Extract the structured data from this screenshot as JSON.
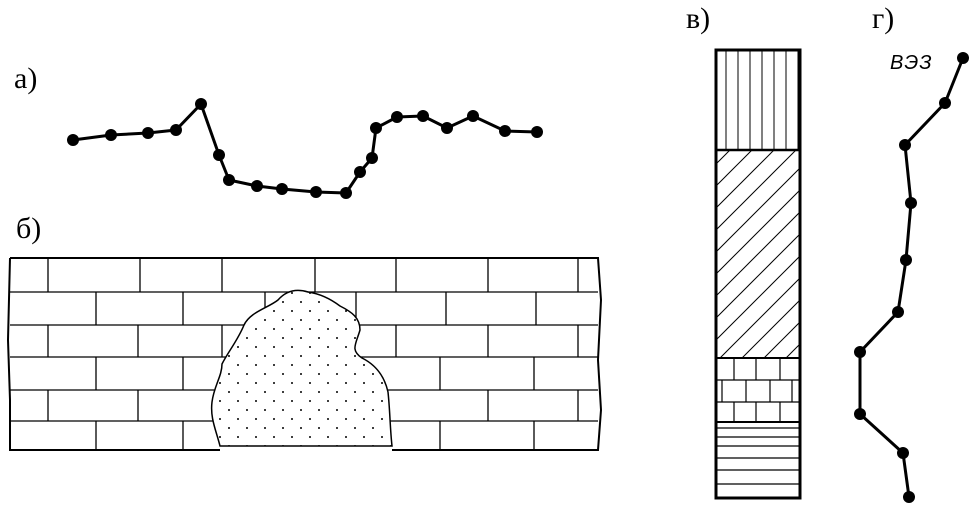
{
  "labels": {
    "a": "а)",
    "b": "б)",
    "v": "в)",
    "g": "г)"
  },
  "ves_label": "ВЭЗ",
  "colors": {
    "ink": "#000000",
    "paper": "#ffffff"
  },
  "profile_a": {
    "description_points": [
      [
        0.0,
        0.0
      ],
      [
        1.0,
        0.2
      ],
      [
        2.0,
        0.4
      ],
      [
        2.8,
        0.6
      ],
      [
        3.5,
        1.9
      ],
      [
        4.0,
        -1.0
      ],
      [
        4.3,
        -2.5
      ],
      [
        5.0,
        -2.7
      ],
      [
        6.0,
        -2.8
      ],
      [
        7.0,
        -2.9
      ],
      [
        7.8,
        -3.0
      ],
      [
        8.3,
        -2.2
      ],
      [
        8.6,
        -1.4
      ],
      [
        8.8,
        0.6
      ],
      [
        9.3,
        1.0
      ],
      [
        10.0,
        1.0
      ],
      [
        10.6,
        0.5
      ],
      [
        11.3,
        0.9
      ],
      [
        12.1,
        0.3
      ],
      [
        12.8,
        0.1
      ]
    ]
  },
  "ves_curve": {
    "points": [
      [
        10.0,
        0.0
      ],
      [
        8.5,
        1.0
      ],
      [
        5.0,
        2.2
      ],
      [
        6.0,
        3.4
      ],
      [
        5.0,
        4.6
      ],
      [
        3.8,
        5.8
      ],
      [
        -2.0,
        7.2
      ],
      [
        -2.0,
        8.6
      ],
      [
        3.8,
        10.0
      ],
      [
        4.4,
        11.1
      ]
    ]
  },
  "column_layers": [
    {
      "pattern": "vertical-lines",
      "fraction": 0.22
    },
    {
      "pattern": "diagonal-hatch",
      "fraction": 0.45
    },
    {
      "pattern": "brick",
      "fraction": 0.15
    },
    {
      "pattern": "horizontal-lines",
      "fraction": 0.18
    }
  ],
  "section_b": {
    "rock": "limestone-brick",
    "infill": "dotted-sand-pocket"
  }
}
